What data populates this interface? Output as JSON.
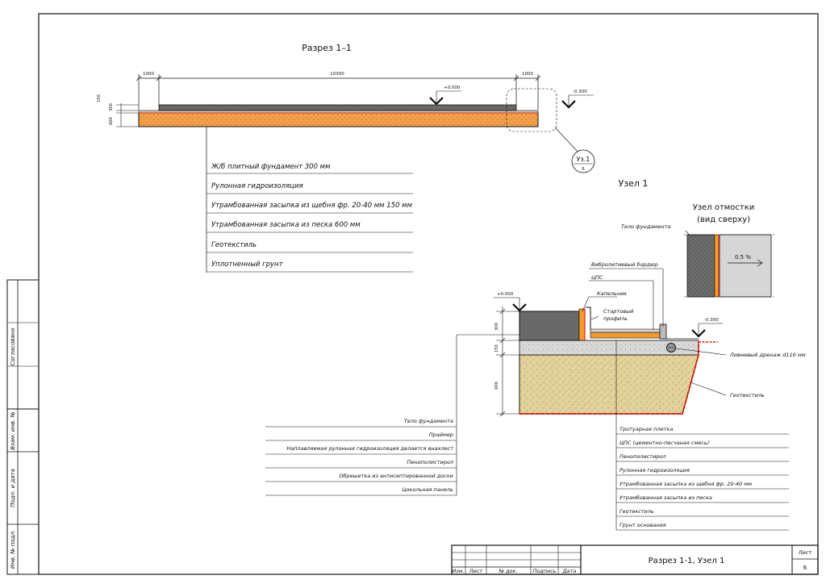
{
  "section": {
    "title": "Разрез 1–1",
    "dims_top": [
      "1000",
      "10300",
      "1000"
    ],
    "dims_left": [
      "150",
      "300",
      "600"
    ],
    "level_zero": "+0.000",
    "level_ground": "-0.300",
    "callout": {
      "name": "Уз.1",
      "sheet": "6"
    }
  },
  "section_layers": [
    "Ж/б плитный фундамент 300 мм",
    "Рулонная гидроизоляция",
    "Утрамбованная засыпка из щебня фр. 20-40 мм 150 мм",
    "Утрамбованная засыпка из песка 600 мм",
    "Геотекстиль",
    "Уплотненный грунт"
  ],
  "node": {
    "title": "Узел 1",
    "level_zero": "+0.000",
    "level_ground": "-0.300",
    "dims_left": [
      "300",
      "150",
      "600"
    ],
    "labels": {
      "vibro_border": "Вибролитиевый бордюр",
      "cps": "ЦПС",
      "drip": "Капельник",
      "starter_line1": "Стартовый",
      "starter_line2": "профиль",
      "drain": "Ливневый дренаж d110 мм",
      "geotextile": "Геотекстиль"
    },
    "left_list": [
      "Тело фундамента",
      "Праймер",
      "Наплавляемая рулонная гидроизоляция делается внахлест",
      "Пенополистирол",
      "Обрешетка из антисептированной доски",
      "Цокольная панель"
    ],
    "right_list": [
      "Тротуарная плитка",
      "ЦПС (цементно-песчаная смесь)",
      "Пенополистирол",
      "Рулонная гидроизоляция",
      "Утрамбованная засыпка из щебня фр. 20-40 мм",
      "Утрамбованная засыпка из песка",
      "Геотекстиль",
      "Грунт основания"
    ]
  },
  "plan": {
    "title_line1": "Узел отмостки",
    "title_line2": "(вид сверху)",
    "label": "Тело фундамента",
    "slope": "0.5 %"
  },
  "stamp": {
    "columns": [
      "Изм.",
      "Лист",
      "№ док.",
      "Подпись",
      "Дата"
    ],
    "title": "Разрез 1-1, Узел 1",
    "sheet_label": "Лист",
    "sheet_number": "6"
  },
  "side_stamp": [
    "Согласовано",
    "Взам. инв. №",
    "Подп. и дата",
    "Инв. № подл."
  ],
  "colors": {
    "sand": "#e9d9a0",
    "insulation": "#f29a2e",
    "slab": "#8a8a8a",
    "waterproof": "#e0240c"
  }
}
